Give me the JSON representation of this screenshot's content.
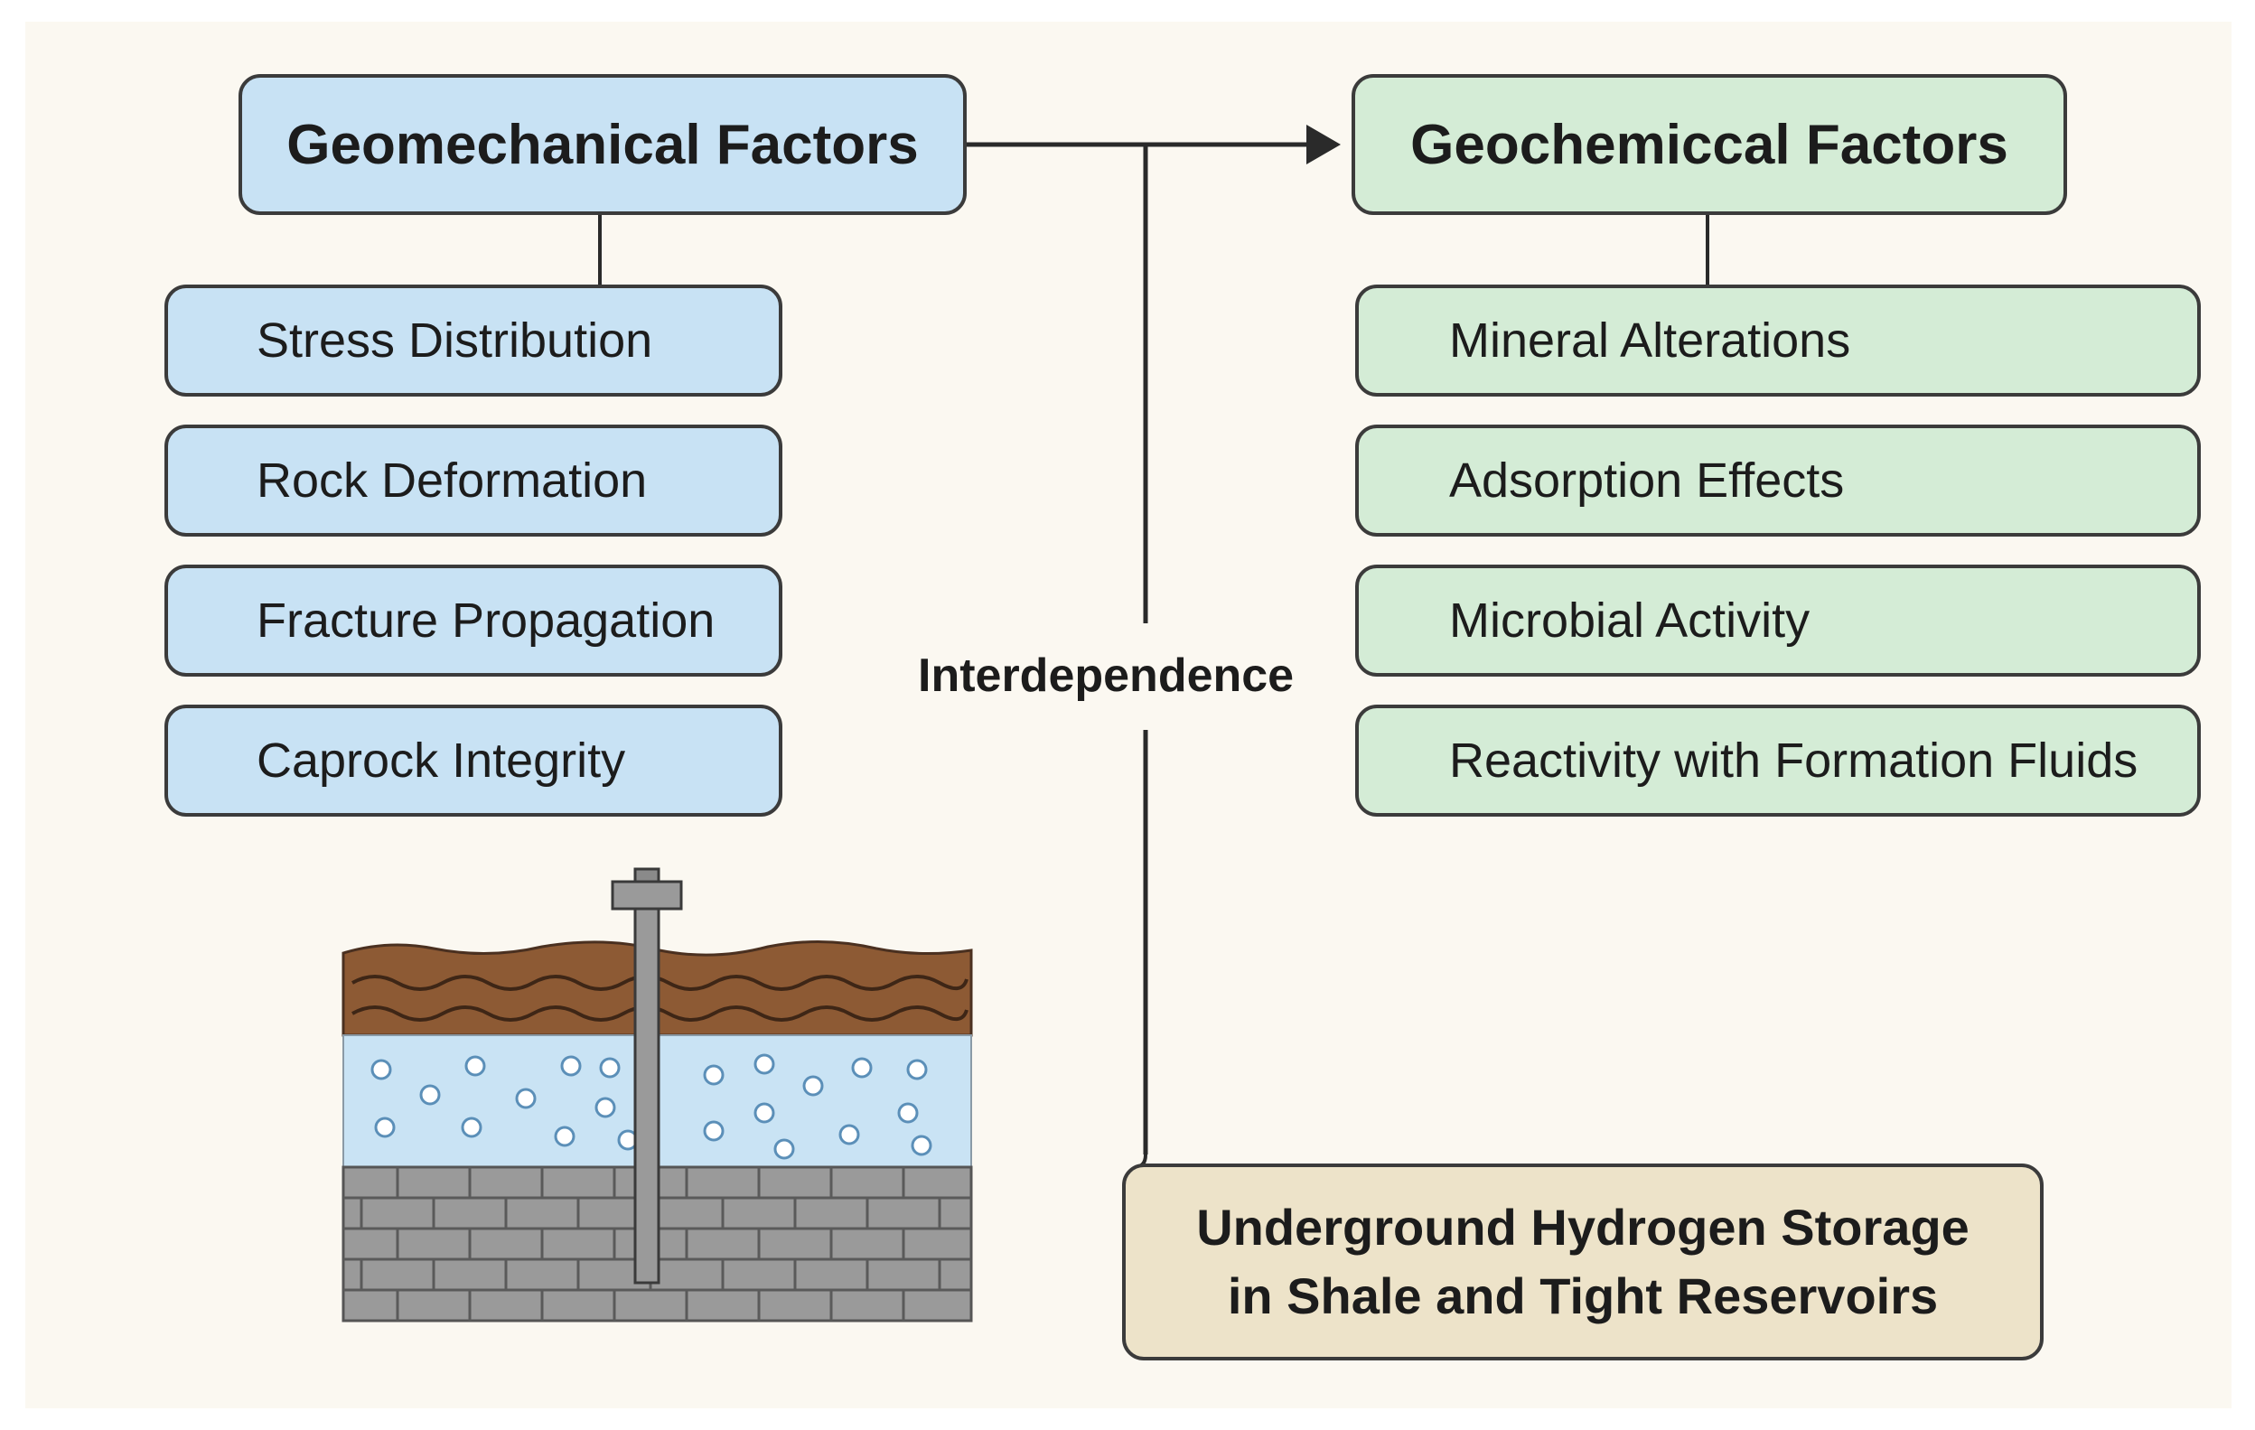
{
  "geomechanical": {
    "title": "Geomechanical Factors",
    "items": [
      "Stress Distribution",
      "Rock Deformation",
      "Fracture Propagation",
      "Caprock Integrity"
    ]
  },
  "geochemical": {
    "title": "Geochemiccal Factors",
    "items": [
      "Mineral Alterations",
      "Adsorption Effects",
      "Microbial Activity",
      "Reactivity with Formation Fluids"
    ]
  },
  "connector_label": "Interdependence",
  "storage": {
    "line1": "Underground Hydrogen Storage",
    "line2": "in Shale and Tight Reservoirs"
  },
  "colors": {
    "geomechanical_fill": "#c8e2f4",
    "geochemical_fill": "#d4ecd6",
    "storage_fill": "#ede3c9",
    "soil": "#8d5a34",
    "aquifer": "#c9e3f4",
    "bedrock": "#9a9a9a"
  }
}
